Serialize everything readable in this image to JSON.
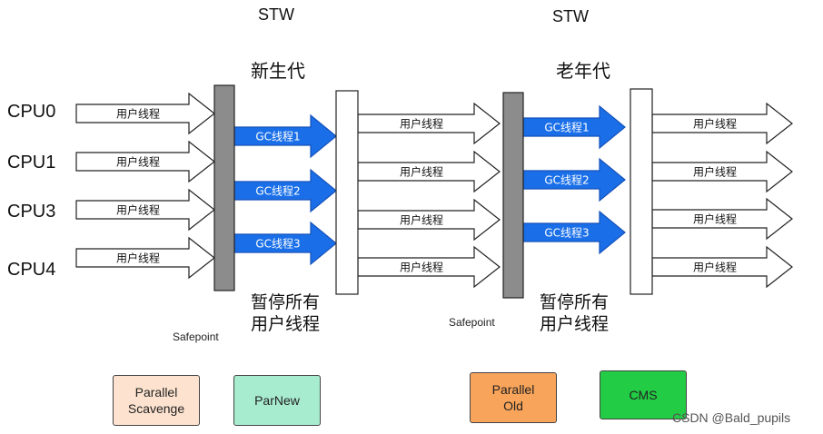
{
  "diagram": {
    "stw_labels": [
      "STW",
      "STW"
    ],
    "generations": [
      "新生代",
      "老年代"
    ],
    "cpus": [
      "CPU0",
      "CPU1",
      "CPU3",
      "CPU4"
    ],
    "user_thread": "用户线程",
    "young_gc_threads": [
      "GC线程1",
      "GC线程2",
      "GC线程3"
    ],
    "old_gc_threads": [
      "GC线程1",
      "GC线程2",
      "GC线程3"
    ],
    "pause_text": [
      "暂停所有",
      "用户线程"
    ],
    "safepoint": "Safepoint",
    "collectors": [
      {
        "label": "Parallel\nScavenge",
        "color": "#fde3cf"
      },
      {
        "label": "ParNew",
        "color": "#a8ecd0"
      },
      {
        "label": "Parallel\nOld",
        "color": "#f8a45a"
      },
      {
        "label": "CMS",
        "color": "#22cc44"
      }
    ],
    "watermark": "CSDN @Bald_pupils",
    "colors": {
      "gc_arrow": "#1a6fe8",
      "stw_bar": "#8c8c8c"
    }
  }
}
